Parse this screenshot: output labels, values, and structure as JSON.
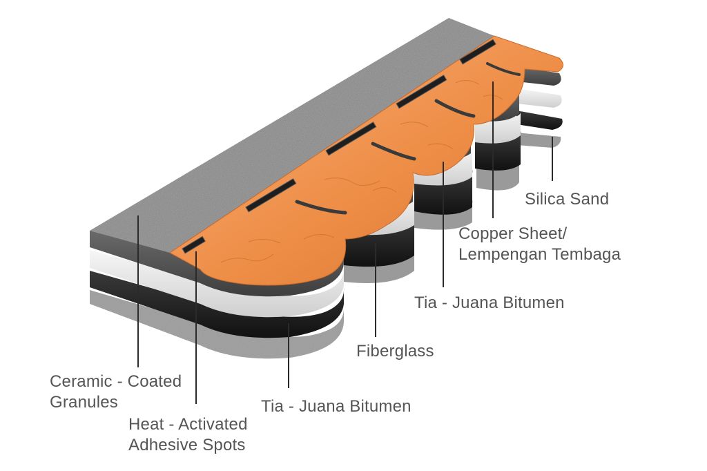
{
  "labels": {
    "silica_sand": "Silica Sand",
    "copper_sheet": [
      "Copper Sheet/",
      "Lempengan Tembaga"
    ],
    "bitumen_upper": "Tia - Juana Bitumen",
    "fiberglass": "Fiberglass",
    "bitumen_lower": "Tia - Juana Bitumen",
    "ceramic_granules": [
      "Ceramic - Coated",
      "Granules"
    ],
    "adhesive_spots": [
      "Heat - Activated",
      "Adhesive Spots"
    ]
  },
  "colors": {
    "copper": "#EE8E47",
    "copper_light": "#F7B07C",
    "granule": "#8A8A8A",
    "bitumen": "#1F1F1F",
    "fiberglass": "#E8E8E8",
    "leader_line": "#2A2A2A",
    "label_text": "#555555"
  }
}
